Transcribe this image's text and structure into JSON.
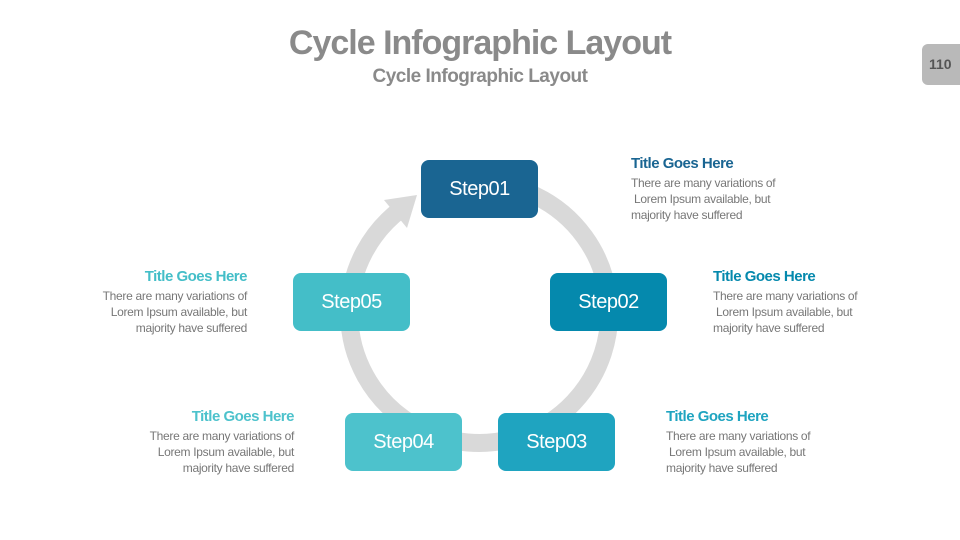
{
  "header": {
    "title": "Cycle Infographic Layout",
    "subtitle": "Cycle Infographic Layout",
    "page_number": "110"
  },
  "colors": {
    "step01": "#1a6592",
    "step02": "#0589ad",
    "step03": "#1fa4c0",
    "step04": "#4dc2cc",
    "step05": "#44bec8",
    "ring": "#d9d9d9"
  },
  "steps": [
    {
      "label": "Step01",
      "title": "Title Goes Here",
      "body": "There are many variations of\n Lorem Ipsum available, but\nmajority have suffered"
    },
    {
      "label": "Step02",
      "title": "Title Goes Here",
      "body": "There are many variations of\n Lorem Ipsum available, but\nmajority have suffered"
    },
    {
      "label": "Step03",
      "title": "Title Goes Here",
      "body": "There are many variations of\n Lorem Ipsum available, but\nmajority have suffered"
    },
    {
      "label": "Step04",
      "title": "Title Goes Here",
      "body": "There are many variations of\nLorem Ipsum available, but\nmajority have suffered"
    },
    {
      "label": "Step05",
      "title": "Title Goes Here",
      "body": "There are many variations of\nLorem Ipsum available, but\nmajority have suffered"
    }
  ]
}
